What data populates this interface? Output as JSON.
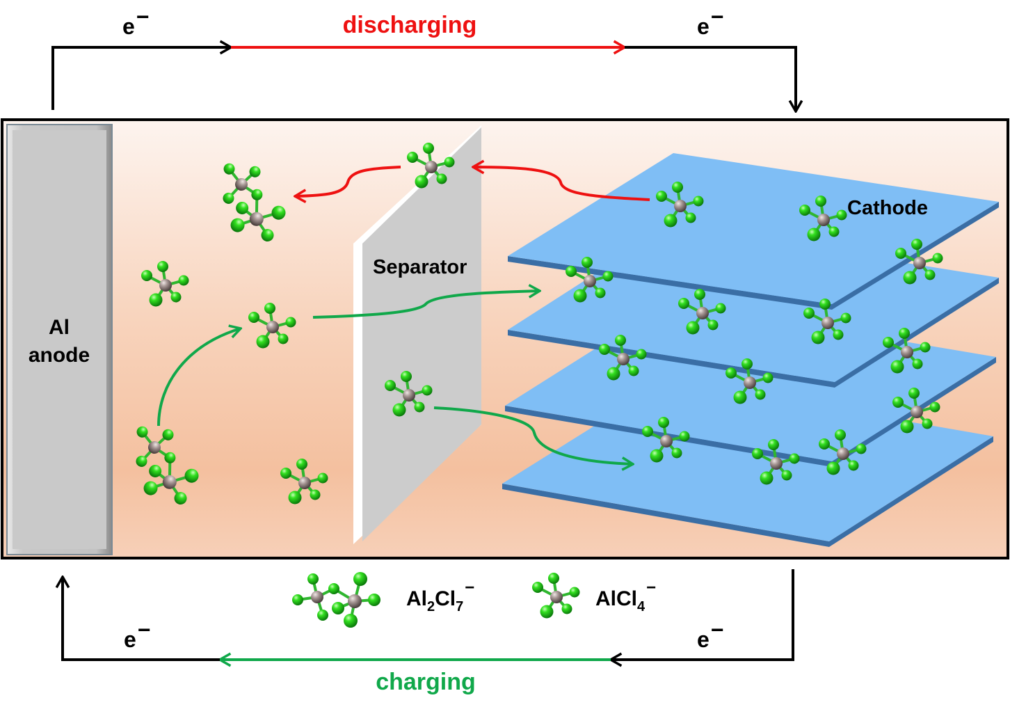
{
  "labels": {
    "electron": "e",
    "electron_sign": "−",
    "discharging": "discharging",
    "charging": "charging",
    "anode_line1": "Al",
    "anode_line2": "anode",
    "separator": "Separator",
    "cathode": "Cathode"
  },
  "legend": {
    "dimer": {
      "p1": "Al",
      "s1": "2",
      "p2": "Cl",
      "s2": "7",
      "charge": "−"
    },
    "monomer": {
      "p1": "AlCl",
      "s1": "4",
      "charge": "−"
    }
  },
  "colors": {
    "discharging": "#ee1111",
    "charging": "#10a84a",
    "circuit": "#000000",
    "cathode_layer": "#7fbef5",
    "cathode_layer_edge": "#3a6ea5",
    "separator": "#cccccc",
    "anode": "#c8c8c8",
    "electrolyte_top": "#fdf2ec",
    "electrolyte_mid": "#f4c1a0",
    "chlorine_atom": "#22dd22",
    "aluminum_atom": "#9b8a85"
  }
}
